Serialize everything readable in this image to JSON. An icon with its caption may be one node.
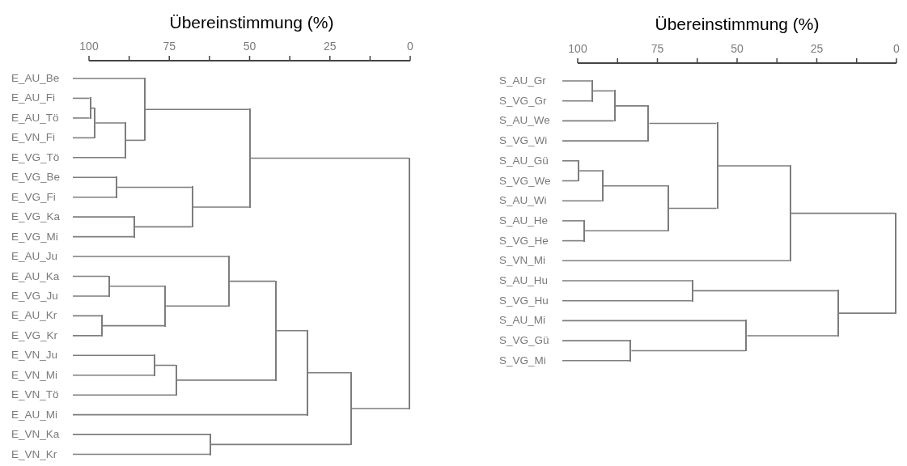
{
  "diagram": {
    "nodes": [
      {
        "text": [
          "E_AU_Be"
        ]
      },
      {
        "text": [
          "E_AU_Fi"
        ]
      },
      {
        "text": [
          "E_AU_Tö"
        ]
      },
      {
        "text": [
          "E_VN_Fi"
        ]
      },
      {
        "text": [
          "E_VG_Tö"
        ]
      },
      {
        "text": [
          "E_VG_Be"
        ]
      },
      {
        "text": [
          "E_VG_Fi"
        ]
      },
      {
        "text": [
          "E_VG_Ka"
        ]
      },
      {
        "text": [
          "E_VG_Mi"
        ]
      },
      {
        "text": [
          "E_AU_Ju"
        ]
      },
      {
        "text": [
          "E_AU_Ka"
        ]
      },
      {
        "text": [
          "E_VG_Ju"
        ]
      },
      {
        "text": [
          "E_AU_Kr"
        ]
      },
      {
        "text": [
          "E_VG_Kr"
        ]
      },
      {
        "text": [
          "E_VN_Ju"
        ]
      },
      {
        "text": [
          "E_VN_Mi"
        ]
      },
      {
        "text": [
          "E_VN_Tö"
        ]
      },
      {
        "text": [
          "E_AU_Mi"
        ]
      },
      {
        "text": [
          "E_VN_Ka"
        ]
      },
      {
        "text": [
          "E_VN_Kr"
        ]
      },
      {
        "text": [],
        "shape": "bar"
      },
      {
        "text": [],
        "shape": "bar"
      },
      {
        "text": [],
        "shape": "bar"
      },
      {
        "text": [],
        "shape": "bar"
      },
      {
        "text": [],
        "shape": "bar"
      },
      {
        "text": [],
        "shape": "bar"
      },
      {
        "text": [],
        "shape": "bar"
      },
      {
        "text": [],
        "shape": "bar"
      },
      {
        "text": [],
        "shape": "bar"
      },
      {
        "text": [],
        "shape": "bar"
      },
      {
        "text": [],
        "shape": "bar"
      },
      {
        "text": [],
        "shape": "bar"
      },
      {
        "text": [],
        "shape": "bar"
      },
      {
        "text": [],
        "shape": "bar"
      },
      {
        "text": [],
        "shape": "bar"
      },
      {
        "text": [],
        "shape": "bar"
      },
      {
        "text": [],
        "shape": "bar"
      },
      {
        "text": [],
        "shape": "bar"
      },
      {
        "text": [],
        "shape": "bar"
      },
      {
        "text": [
          "S_AU_Gr"
        ]
      },
      {
        "text": [
          "S_VG_Gr"
        ]
      },
      {
        "text": [
          "S_AU_We"
        ]
      },
      {
        "text": [
          "S_VG_Wi"
        ]
      },
      {
        "text": [
          "S_AU_Gü"
        ]
      },
      {
        "text": [
          "S_VG_We"
        ]
      },
      {
        "text": [
          "S_AU_Wi"
        ]
      },
      {
        "text": [
          "S_AU_He"
        ]
      },
      {
        "text": [
          "S_VG_He"
        ]
      },
      {
        "text": [
          "S_VN_Mi"
        ]
      },
      {
        "text": [
          "S_AU_Hu"
        ]
      },
      {
        "text": [
          "S_VG_Hu"
        ]
      },
      {
        "text": [
          "S_AU_Mi"
        ]
      },
      {
        "text": [
          "S_VG_Gü"
        ]
      },
      {
        "text": [
          "S_VG_Mi"
        ]
      },
      {
        "text": [],
        "shape": "bar"
      },
      {
        "text": [],
        "shape": "bar"
      },
      {
        "text": [],
        "shape": "bar"
      },
      {
        "text": [],
        "shape": "bar"
      },
      {
        "text": [],
        "shape": "bar"
      },
      {
        "text": [],
        "shape": "bar"
      },
      {
        "text": [],
        "shape": "bar"
      },
      {
        "text": [],
        "shape": "bar"
      },
      {
        "text": [],
        "shape": "bar"
      },
      {
        "text": [],
        "shape": "bar"
      },
      {
        "text": [],
        "shape": "bar"
      },
      {
        "text": [],
        "shape": "bar"
      },
      {
        "text": [],
        "shape": "bar"
      },
      {
        "text": [],
        "shape": "bar"
      }
    ],
    "edges": [
      {
        "from": 1,
        "to": 20,
        "arrow": "none"
      },
      {
        "from": 2,
        "to": 20,
        "arrow": "none"
      },
      {
        "from": 20,
        "to": 21,
        "arrow": "none"
      },
      {
        "from": 3,
        "to": 21,
        "arrow": "none"
      },
      {
        "from": 21,
        "to": 22,
        "arrow": "none"
      },
      {
        "from": 4,
        "to": 22,
        "arrow": "none"
      },
      {
        "from": 0,
        "to": 23,
        "arrow": "none"
      },
      {
        "from": 22,
        "to": 23,
        "arrow": "none"
      },
      {
        "from": 5,
        "to": 24,
        "arrow": "none"
      },
      {
        "from": 6,
        "to": 24,
        "arrow": "none"
      },
      {
        "from": 7,
        "to": 25,
        "arrow": "none"
      },
      {
        "from": 8,
        "to": 25,
        "arrow": "none"
      },
      {
        "from": 24,
        "to": 26,
        "arrow": "none"
      },
      {
        "from": 25,
        "to": 26,
        "arrow": "none"
      },
      {
        "from": 23,
        "to": 27,
        "arrow": "none"
      },
      {
        "from": 26,
        "to": 27,
        "arrow": "none"
      },
      {
        "from": 10,
        "to": 28,
        "arrow": "none"
      },
      {
        "from": 11,
        "to": 28,
        "arrow": "none"
      },
      {
        "from": 12,
        "to": 29,
        "arrow": "none"
      },
      {
        "from": 13,
        "to": 29,
        "arrow": "none"
      },
      {
        "from": 28,
        "to": 30,
        "arrow": "none"
      },
      {
        "from": 29,
        "to": 30,
        "arrow": "none"
      },
      {
        "from": 9,
        "to": 31,
        "arrow": "none"
      },
      {
        "from": 30,
        "to": 31,
        "arrow": "none"
      },
      {
        "from": 14,
        "to": 32,
        "arrow": "none"
      },
      {
        "from": 15,
        "to": 32,
        "arrow": "none"
      },
      {
        "from": 32,
        "to": 33,
        "arrow": "none"
      },
      {
        "from": 16,
        "to": 33,
        "arrow": "none"
      },
      {
        "from": 31,
        "to": 34,
        "arrow": "none"
      },
      {
        "from": 33,
        "to": 34,
        "arrow": "none"
      },
      {
        "from": 34,
        "to": 35,
        "arrow": "none"
      },
      {
        "from": 17,
        "to": 35,
        "arrow": "none"
      },
      {
        "from": 18,
        "to": 36,
        "arrow": "none"
      },
      {
        "from": 19,
        "to": 36,
        "arrow": "none"
      },
      {
        "from": 35,
        "to": 37,
        "arrow": "none"
      },
      {
        "from": 36,
        "to": 37,
        "arrow": "none"
      },
      {
        "from": 27,
        "to": 38,
        "arrow": "none"
      },
      {
        "from": 37,
        "to": 38,
        "arrow": "none"
      },
      {
        "from": 39,
        "to": 54,
        "arrow": "none"
      },
      {
        "from": 40,
        "to": 54,
        "arrow": "none"
      },
      {
        "from": 54,
        "to": 55,
        "arrow": "none"
      },
      {
        "from": 41,
        "to": 55,
        "arrow": "none"
      },
      {
        "from": 55,
        "to": 56,
        "arrow": "none"
      },
      {
        "from": 42,
        "to": 56,
        "arrow": "none"
      },
      {
        "from": 43,
        "to": 57,
        "arrow": "none"
      },
      {
        "from": 44,
        "to": 57,
        "arrow": "none"
      },
      {
        "from": 57,
        "to": 58,
        "arrow": "none"
      },
      {
        "from": 45,
        "to": 58,
        "arrow": "none"
      },
      {
        "from": 46,
        "to": 59,
        "arrow": "none"
      },
      {
        "from": 47,
        "to": 59,
        "arrow": "none"
      },
      {
        "from": 58,
        "to": 60,
        "arrow": "none"
      },
      {
        "from": 59,
        "to": 60,
        "arrow": "none"
      },
      {
        "from": 56,
        "to": 61,
        "arrow": "none"
      },
      {
        "from": 60,
        "to": 61,
        "arrow": "none"
      },
      {
        "from": 61,
        "to": 62,
        "arrow": "none"
      },
      {
        "from": 48,
        "to": 62,
        "arrow": "none"
      },
      {
        "from": 49,
        "to": 63,
        "arrow": "none"
      },
      {
        "from": 50,
        "to": 63,
        "arrow": "none"
      },
      {
        "from": 52,
        "to": 64,
        "arrow": "none"
      },
      {
        "from": 53,
        "to": 64,
        "arrow": "none"
      },
      {
        "from": 51,
        "to": 65,
        "arrow": "none"
      },
      {
        "from": 64,
        "to": 65,
        "arrow": "none"
      },
      {
        "from": 63,
        "to": 66,
        "arrow": "none"
      },
      {
        "from": 65,
        "to": 66,
        "arrow": "none"
      },
      {
        "from": 62,
        "to": 67,
        "arrow": "none"
      },
      {
        "from": 66,
        "to": 67,
        "arrow": "none"
      }
    ],
    "labels": [
      "Übereinstimmung (%)",
      "100",
      "75",
      "50",
      "25",
      "0",
      "Übereinstimmung (%)",
      "100",
      "75",
      "50",
      "25",
      "0"
    ]
  }
}
